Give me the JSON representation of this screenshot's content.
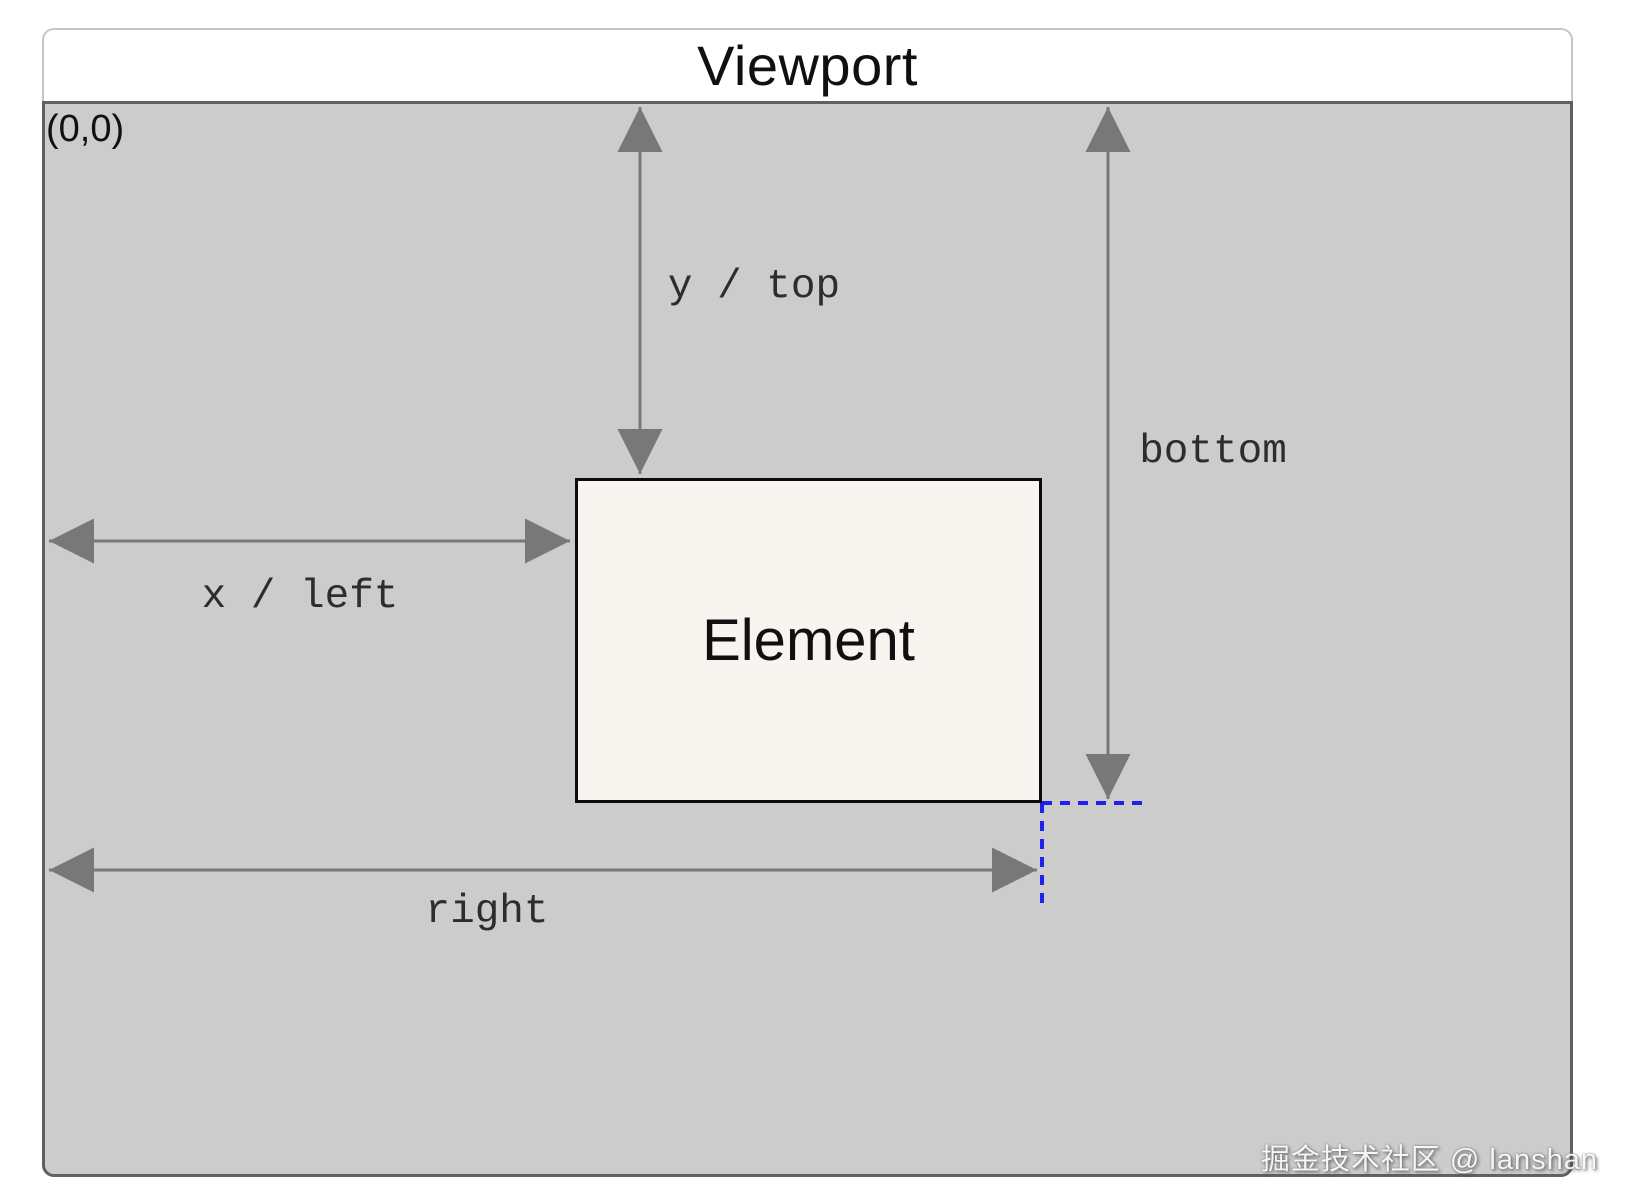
{
  "diagram": {
    "title": "Viewport",
    "origin_label": "(0,0)",
    "element_label": "Element",
    "labels": {
      "y_top": "y / top",
      "x_left": "x / left",
      "bottom": "bottom",
      "right": "right"
    },
    "colors": {
      "viewport_bg": "#cccccc",
      "element_bg": "#f8f4ef",
      "arrow_gray": "#787878",
      "guide_blue": "#2020ee",
      "label_text": "#2d2d2d"
    }
  },
  "watermark": "掘金技术社区 @ lanshan"
}
